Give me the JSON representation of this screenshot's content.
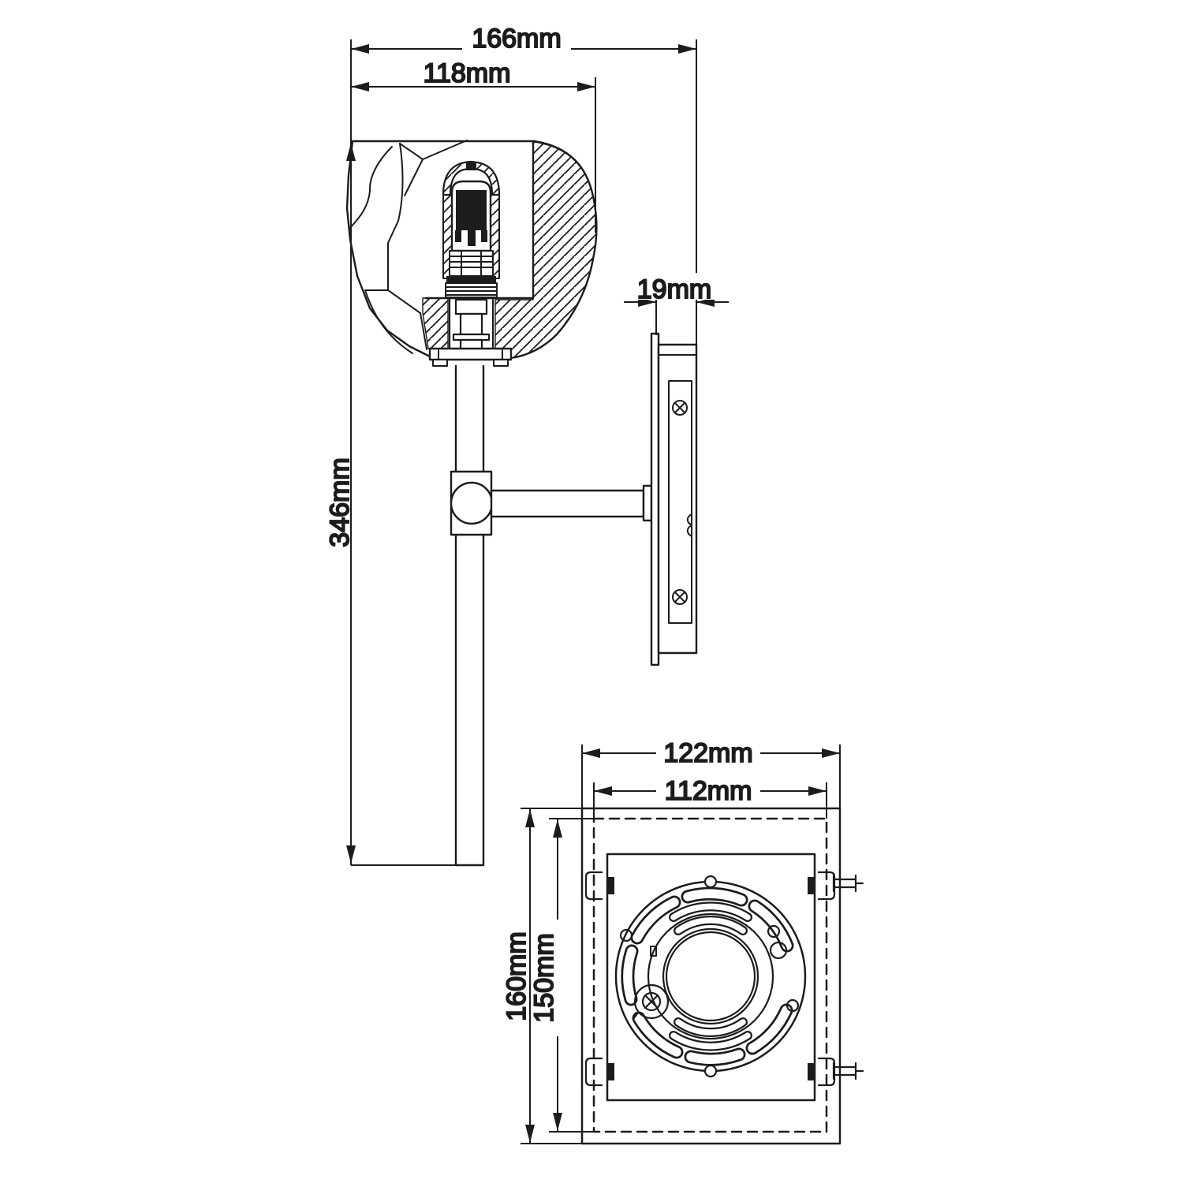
{
  "dims": {
    "overall_width": "166mm",
    "shade_width": "118mm",
    "overall_height": "346mm",
    "wall_plate_depth": "19mm",
    "backplate_width": "122mm",
    "backplate_cutout_width": "112mm",
    "backplate_height": "160mm",
    "backplate_cutout_height": "150mm"
  },
  "colors": {
    "ink": "#1c1c1c",
    "paper": "#ffffff"
  }
}
